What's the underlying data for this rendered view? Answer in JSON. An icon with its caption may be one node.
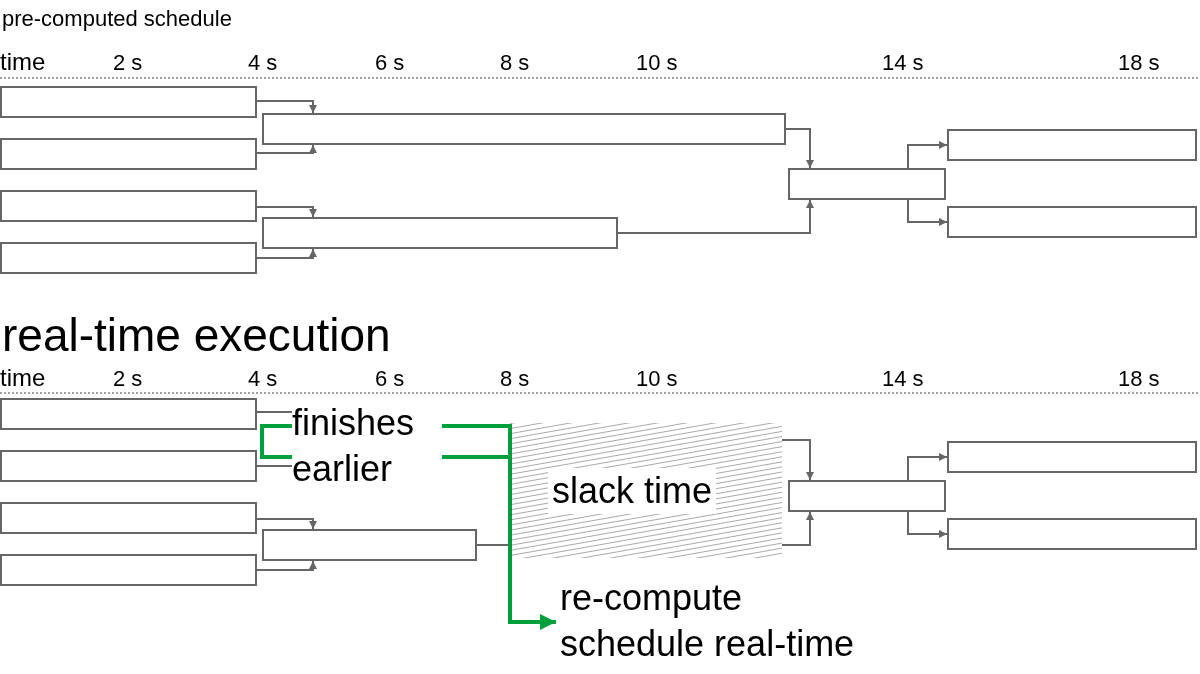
{
  "diagram": {
    "nodes": [
      {
        "text": [],
        "shape": "box"
      },
      {
        "text": [],
        "shape": "box"
      },
      {
        "text": [],
        "shape": "box"
      },
      {
        "text": [],
        "shape": "box"
      },
      {
        "text": [],
        "shape": "box"
      },
      {
        "text": [],
        "shape": "box"
      },
      {
        "text": [],
        "shape": "box"
      },
      {
        "text": [],
        "shape": "box"
      },
      {
        "text": [],
        "shape": "box"
      },
      {
        "text": [],
        "shape": "box"
      },
      {
        "text": [],
        "shape": "box"
      },
      {
        "text": [],
        "shape": "box"
      },
      {
        "text": [],
        "shape": "box"
      },
      {
        "text": [
          "finishes earlier"
        ]
      },
      {
        "text": [],
        "shape": "box"
      },
      {
        "text": [
          "slack time"
        ]
      },
      {
        "text": [],
        "shape": "box"
      },
      {
        "text": [],
        "shape": "box"
      },
      {
        "text": [],
        "shape": "box"
      },
      {
        "text": [
          "re-compute schedule real-time"
        ]
      }
    ],
    "edges": [
      {
        "from": 0,
        "to": 4,
        "arrow": "to"
      },
      {
        "from": 1,
        "to": 4,
        "arrow": "to"
      },
      {
        "from": 2,
        "to": 5,
        "arrow": "to"
      },
      {
        "from": 3,
        "to": 5,
        "arrow": "to"
      },
      {
        "from": 4,
        "to": 6,
        "arrow": "to"
      },
      {
        "from": 5,
        "to": 6,
        "arrow": "to"
      },
      {
        "from": 6,
        "to": 7,
        "arrow": "to"
      },
      {
        "from": 6,
        "to": 8,
        "arrow": "to"
      },
      {
        "from": 9,
        "to": 13,
        "arrow": "none"
      },
      {
        "from": 10,
        "to": 13,
        "arrow": "none"
      },
      {
        "from": 11,
        "to": 14,
        "arrow": "to"
      },
      {
        "from": 12,
        "to": 14,
        "arrow": "to"
      },
      {
        "from": 14,
        "to": 15,
        "arrow": "none"
      },
      {
        "from": 15,
        "to": 16,
        "arrow": "to"
      },
      {
        "from": 15,
        "to": 16,
        "arrow": "to"
      },
      {
        "from": 16,
        "to": 17,
        "arrow": "to"
      },
      {
        "from": 16,
        "to": 18,
        "arrow": "to"
      },
      {
        "from": 13,
        "to": 19,
        "arrow": "to",
        "style": "thick",
        "color": "#00a03c"
      }
    ],
    "labels": [
      "pre-computed schedule",
      "time",
      "2 s",
      "4 s",
      "6 s",
      "8 s",
      "10 s",
      "14 s",
      "18 s",
      "real-time execution",
      "time",
      "2 s",
      "4 s",
      "6 s",
      "8 s",
      "10 s",
      "14 s",
      "18 s"
    ]
  }
}
